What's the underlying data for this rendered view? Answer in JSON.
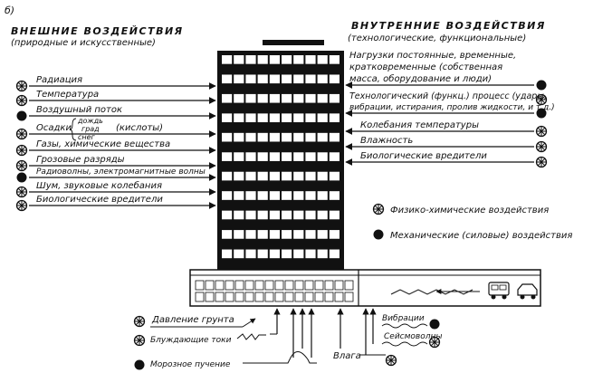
{
  "panel_label": "б)",
  "external": {
    "title": "ВНЕШНИЕ ВОЗДЕЙСТВИЯ",
    "subtitle": "(природные и искусственные)",
    "items": [
      {
        "label": "Радиация",
        "kind": "phys"
      },
      {
        "label": "Температура",
        "kind": "phys"
      },
      {
        "label": "Воздушный поток",
        "kind": "mech"
      },
      {
        "label": "Осадки",
        "kind": "phys"
      },
      {
        "label": "Газы, химические вещества",
        "kind": "phys"
      },
      {
        "label": "Грозовые разряды",
        "kind": "phys"
      },
      {
        "label": "Радиоволны, электромагнитные волны",
        "kind": "mech"
      },
      {
        "label": "Шум, звуковые колебания",
        "kind": "phys"
      },
      {
        "label": "Биологические вредители",
        "kind": "phys"
      }
    ],
    "precip_sub": [
      "дождь",
      "град",
      "снег"
    ],
    "precip_note": "(кислоты)"
  },
  "internal": {
    "title": "ВНУТРЕННИЕ ВОЗДЕЙСТВИЯ",
    "subtitle": "(технологические, функциональные)",
    "load_lines": [
      "Нагрузки постоянные, временные,",
      "кратковременные (собственная",
      "масса, оборудование и люди)"
    ],
    "process_lines": [
      "Технологический (функц.) процесс (удары,",
      "вибрации, истирания, пролив жидкости, и т.д.)"
    ],
    "items": [
      {
        "label": "Колебания температуры",
        "kind": "phys"
      },
      {
        "label": "Влажность",
        "kind": "phys"
      },
      {
        "label": "Биологические вредители",
        "kind": "phys"
      }
    ]
  },
  "legend": {
    "phys": "Физико-химические воздействия",
    "mech": "Механические (силовые) воздействия"
  },
  "ground": {
    "pressure": "Давление грунта",
    "currents": "Блуждающие токи",
    "frost": "Морозное пучение",
    "moisture": "Влага",
    "vibrations": "Вибрации",
    "seismic": "Сейсмоволны"
  }
}
